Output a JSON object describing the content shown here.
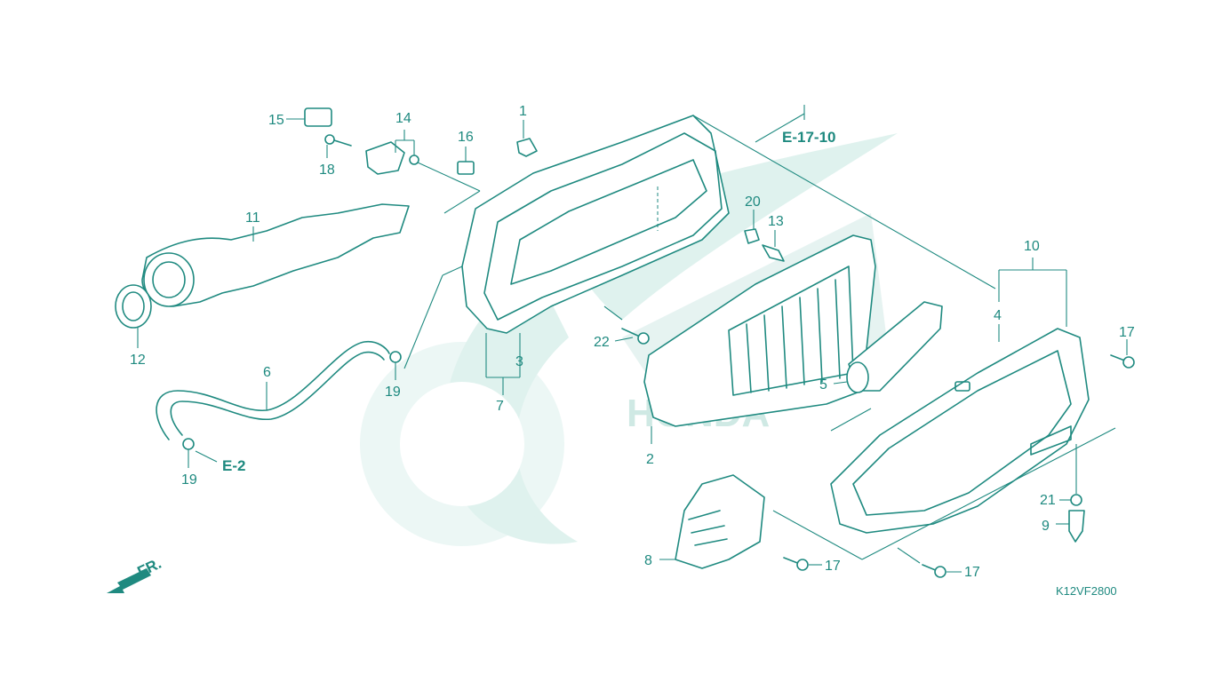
{
  "diagram": {
    "colors": {
      "line": "#1f8a80",
      "watermark": "#dff2ee",
      "background": "#ffffff"
    },
    "callouts": {
      "c1": "1",
      "c2": "2",
      "c3": "3",
      "c4": "4",
      "c5": "5",
      "c6": "6",
      "c7": "7",
      "c8": "8",
      "c9": "9",
      "c10": "10",
      "c11": "11",
      "c12": "12",
      "c13": "13",
      "c14": "14",
      "c15": "15",
      "c16": "16",
      "c17a": "17",
      "c17b": "17",
      "c17c": "17",
      "c18": "18",
      "c19a": "19",
      "c19b": "19",
      "c20": "20",
      "c21": "21",
      "c22": "22"
    },
    "references": {
      "e17": "E-17-10",
      "e2": "E-2",
      "front": "FR."
    },
    "diagram_code": "K12VF2800",
    "watermark_text": "HONDA"
  }
}
